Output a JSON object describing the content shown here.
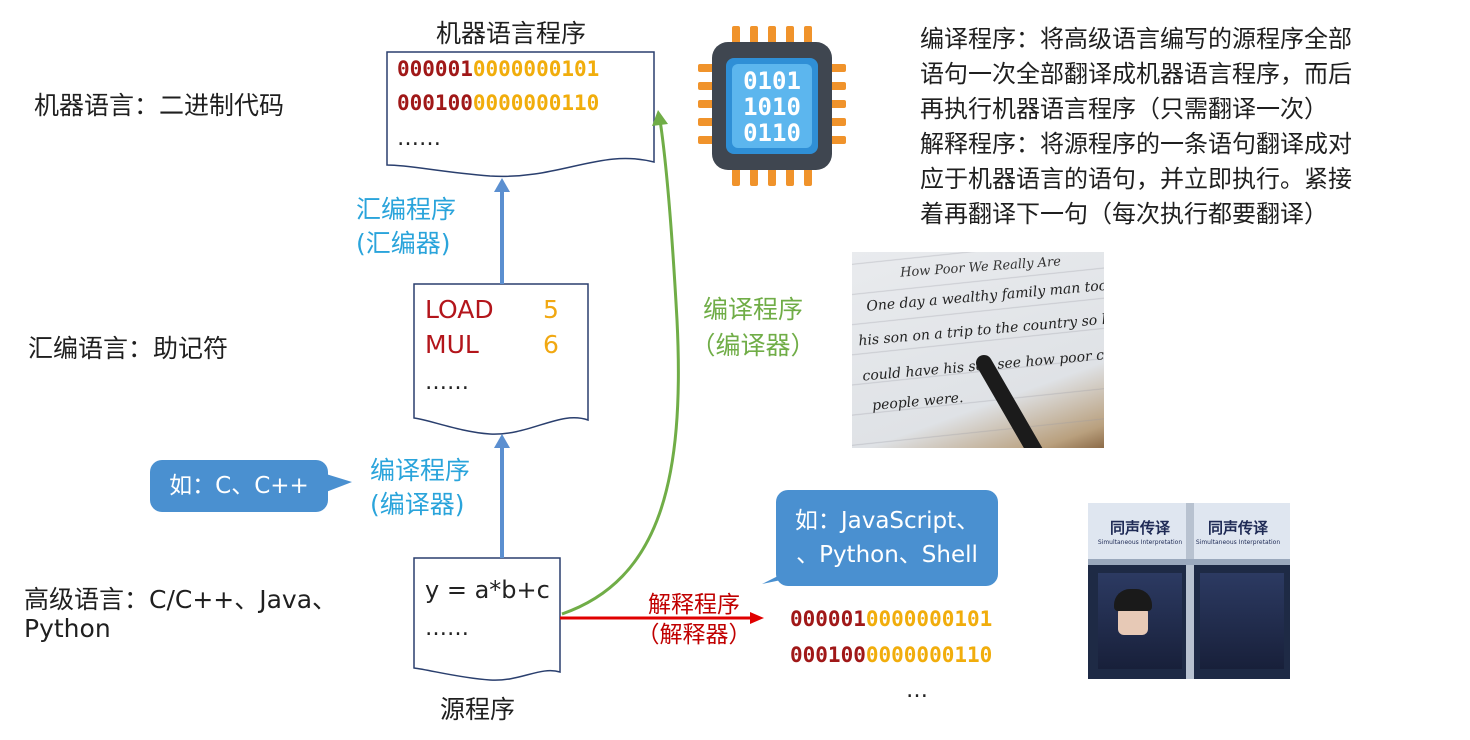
{
  "levels": {
    "machine": "机器语言：二进制代码",
    "assembly": "汇编语言：助记符",
    "high_line1": "高级语言：C/C++、Java、",
    "high_line2": "Python"
  },
  "machine_doc": {
    "title": "机器语言程序",
    "lines": [
      {
        "op": "000001",
        "addr": "0000000101"
      },
      {
        "op": "000100",
        "addr": "0000000110"
      }
    ],
    "ellipsis": "……"
  },
  "assembly_doc": {
    "lines": [
      {
        "op": "LOAD",
        "arg": "5"
      },
      {
        "op": "MUL",
        "arg": "6"
      }
    ],
    "ellipsis": "……"
  },
  "source_doc": {
    "code": "y = a*b+c",
    "ellipsis": "……",
    "caption": "源程序"
  },
  "arrows": {
    "assembler_line1": "汇编程序",
    "assembler_line2": "(汇编器)",
    "compiler_line1": "编译程序",
    "compiler_line2": "(编译器)",
    "green_line1": "编译程序",
    "green_line2": "（编译器）",
    "interp_line1": "解释程序",
    "interp_line2": "（解释器）"
  },
  "bubbles": {
    "compiled_example": "如：C、C++",
    "interpreted_line1": "如：JavaScript、",
    "interpreted_line2": "、Python、Shell"
  },
  "interp_output": {
    "lines": [
      {
        "op": "000001",
        "addr": "0000000101"
      },
      {
        "op": "000100",
        "addr": "0000000110"
      }
    ],
    "ellipsis": "…"
  },
  "chip": {
    "rows": [
      "0101",
      "1010",
      "0110"
    ]
  },
  "description": {
    "lines": [
      "编译程序：将高级语言编写的源程序全部",
      "语句一次全部翻译成机器语言程序，而后",
      "再执行机器语言程序（只需翻译一次）",
      "解释程序：将源程序的一条语句翻译成对",
      "应于机器语言的语句，并立即执行。紧接",
      "着再翻译下一句（每次执行都要翻译）"
    ]
  },
  "handwriting": {
    "title": "How Poor We Really Are",
    "line1": "One day a wealthy family man took",
    "line2": "his son on a trip to the country so he",
    "line3": "could have his son see how poor country",
    "line4": "people were."
  },
  "booth": {
    "sign": "同声传译",
    "sign_sub": "Simultaneous Interpretation"
  }
}
